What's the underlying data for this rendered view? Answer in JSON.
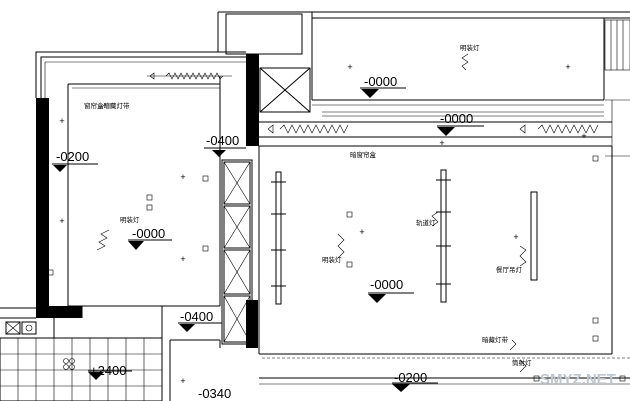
{
  "levels": {
    "top_right": "-0000",
    "corridor": "-0000",
    "left_edge": "-0200",
    "entry": "-0400",
    "left_room": "-0000",
    "center": "-0000",
    "bottom_mid": "-0400",
    "bottom_left": "+2400",
    "bottom_small": "-0340",
    "bottom_center": "-0200"
  },
  "notes": {
    "curtain_box_strip": "窗帘盒暗藏灯带",
    "downlight_top": "明装灯",
    "curtain_box": "暗窗帘盒",
    "downlight_left": "明装灯",
    "track_light": "轨道灯",
    "downlight_center": "明装灯",
    "dining_pendant": "餐厅吊灯",
    "hidden_strip": "暗藏灯带",
    "down_light_small": "筒射灯"
  },
  "watermark": "SMYZ.NET"
}
